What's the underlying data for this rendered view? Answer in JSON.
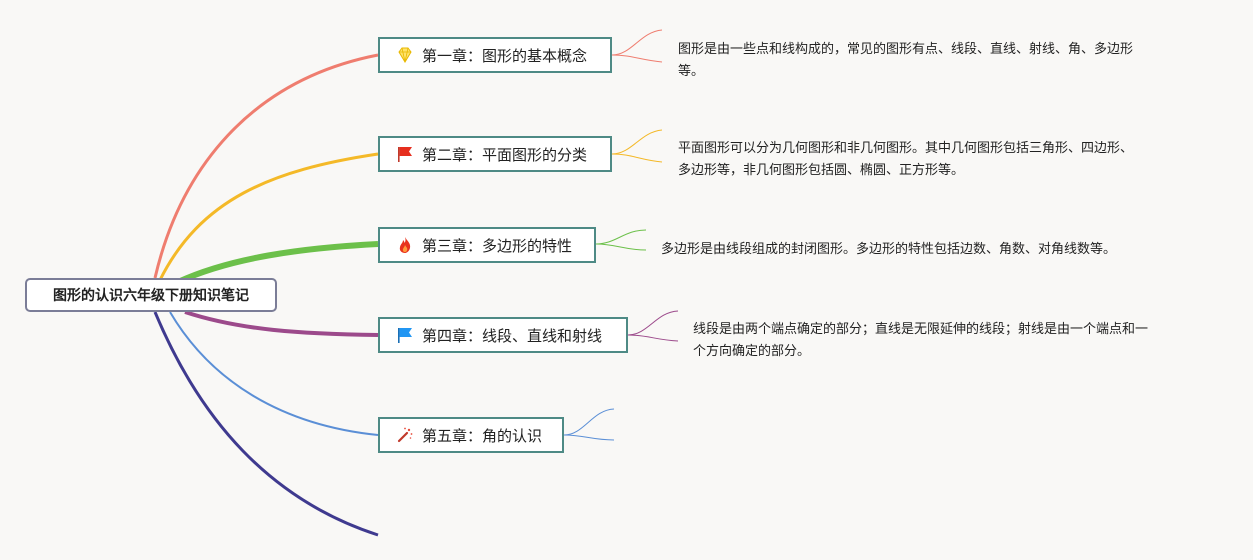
{
  "root": {
    "label": "图形的认识六年级下册知识笔记"
  },
  "chapters": [
    {
      "label": "第一章：图形的基本概念",
      "icon": "diamond-icon",
      "color": "#ef7d6f",
      "note": [
        "图形是由一些点和线构成的，常见的图形有点、线段、直线、射线、角、多边形",
        "等。"
      ]
    },
    {
      "label": "第二章：平面图形的分类",
      "icon": "flag-icon",
      "color": "#f4b928",
      "note": [
        "平面图形可以分为几何图形和非几何图形。其中几何图形包括三角形、四边形、",
        "多边形等，非几何图形包括圆、椭圆、正方形等。"
      ]
    },
    {
      "label": "第三章：多边形的特性",
      "icon": "fire-icon",
      "color": "#6cc04a",
      "note": [
        "多边形是由线段组成的封闭图形。多边形的特性包括边数、角数、对角线数等。"
      ]
    },
    {
      "label": "第四章：线段、直线和射线",
      "icon": "blue-flag-icon",
      "color": "#9c4a8b",
      "note": [
        "线段是由两个端点确定的部分；直线是无限延伸的线段；射线是由一个端点和一",
        "个方向确定的部分。"
      ]
    },
    {
      "label": "第五章：角的认识",
      "icon": "magic-wand-icon",
      "color": "#5b8fd6",
      "note": []
    }
  ],
  "extra_branch_color": "#3f3a8f"
}
